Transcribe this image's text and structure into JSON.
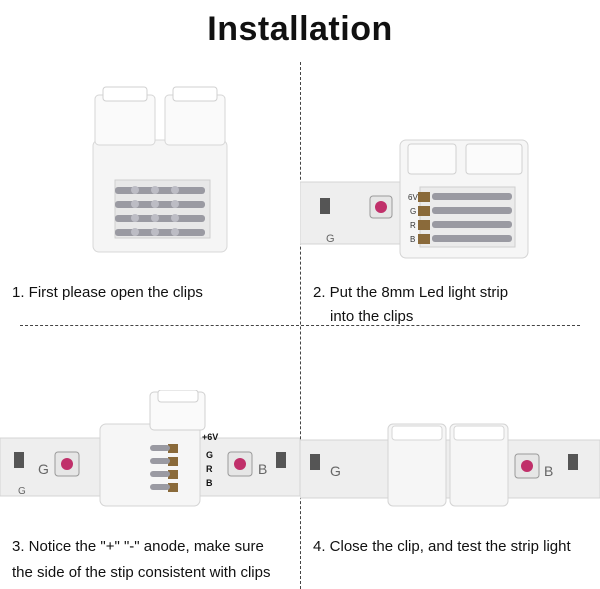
{
  "title": "Installation",
  "steps": [
    {
      "lines": [
        "1. First please open the clips"
      ]
    },
    {
      "lines": [
        "2. Put the 8mm Led light strip",
        "into the clips"
      ]
    },
    {
      "lines": [
        "3. Notice the \"+\" \"-\" anode, make sure",
        "the side of the stip consistent with clips"
      ]
    },
    {
      "lines": [
        "4. Close the clip, and test the strip light"
      ]
    }
  ],
  "strip_labels": {
    "plus": "+6V",
    "v": "6V",
    "g": "G",
    "r": "R",
    "b": "B"
  },
  "colors": {
    "strip": "#eeeeee",
    "clip": "#f7f7f7",
    "led": "#c0306a",
    "pad": "#8a6a3a"
  }
}
